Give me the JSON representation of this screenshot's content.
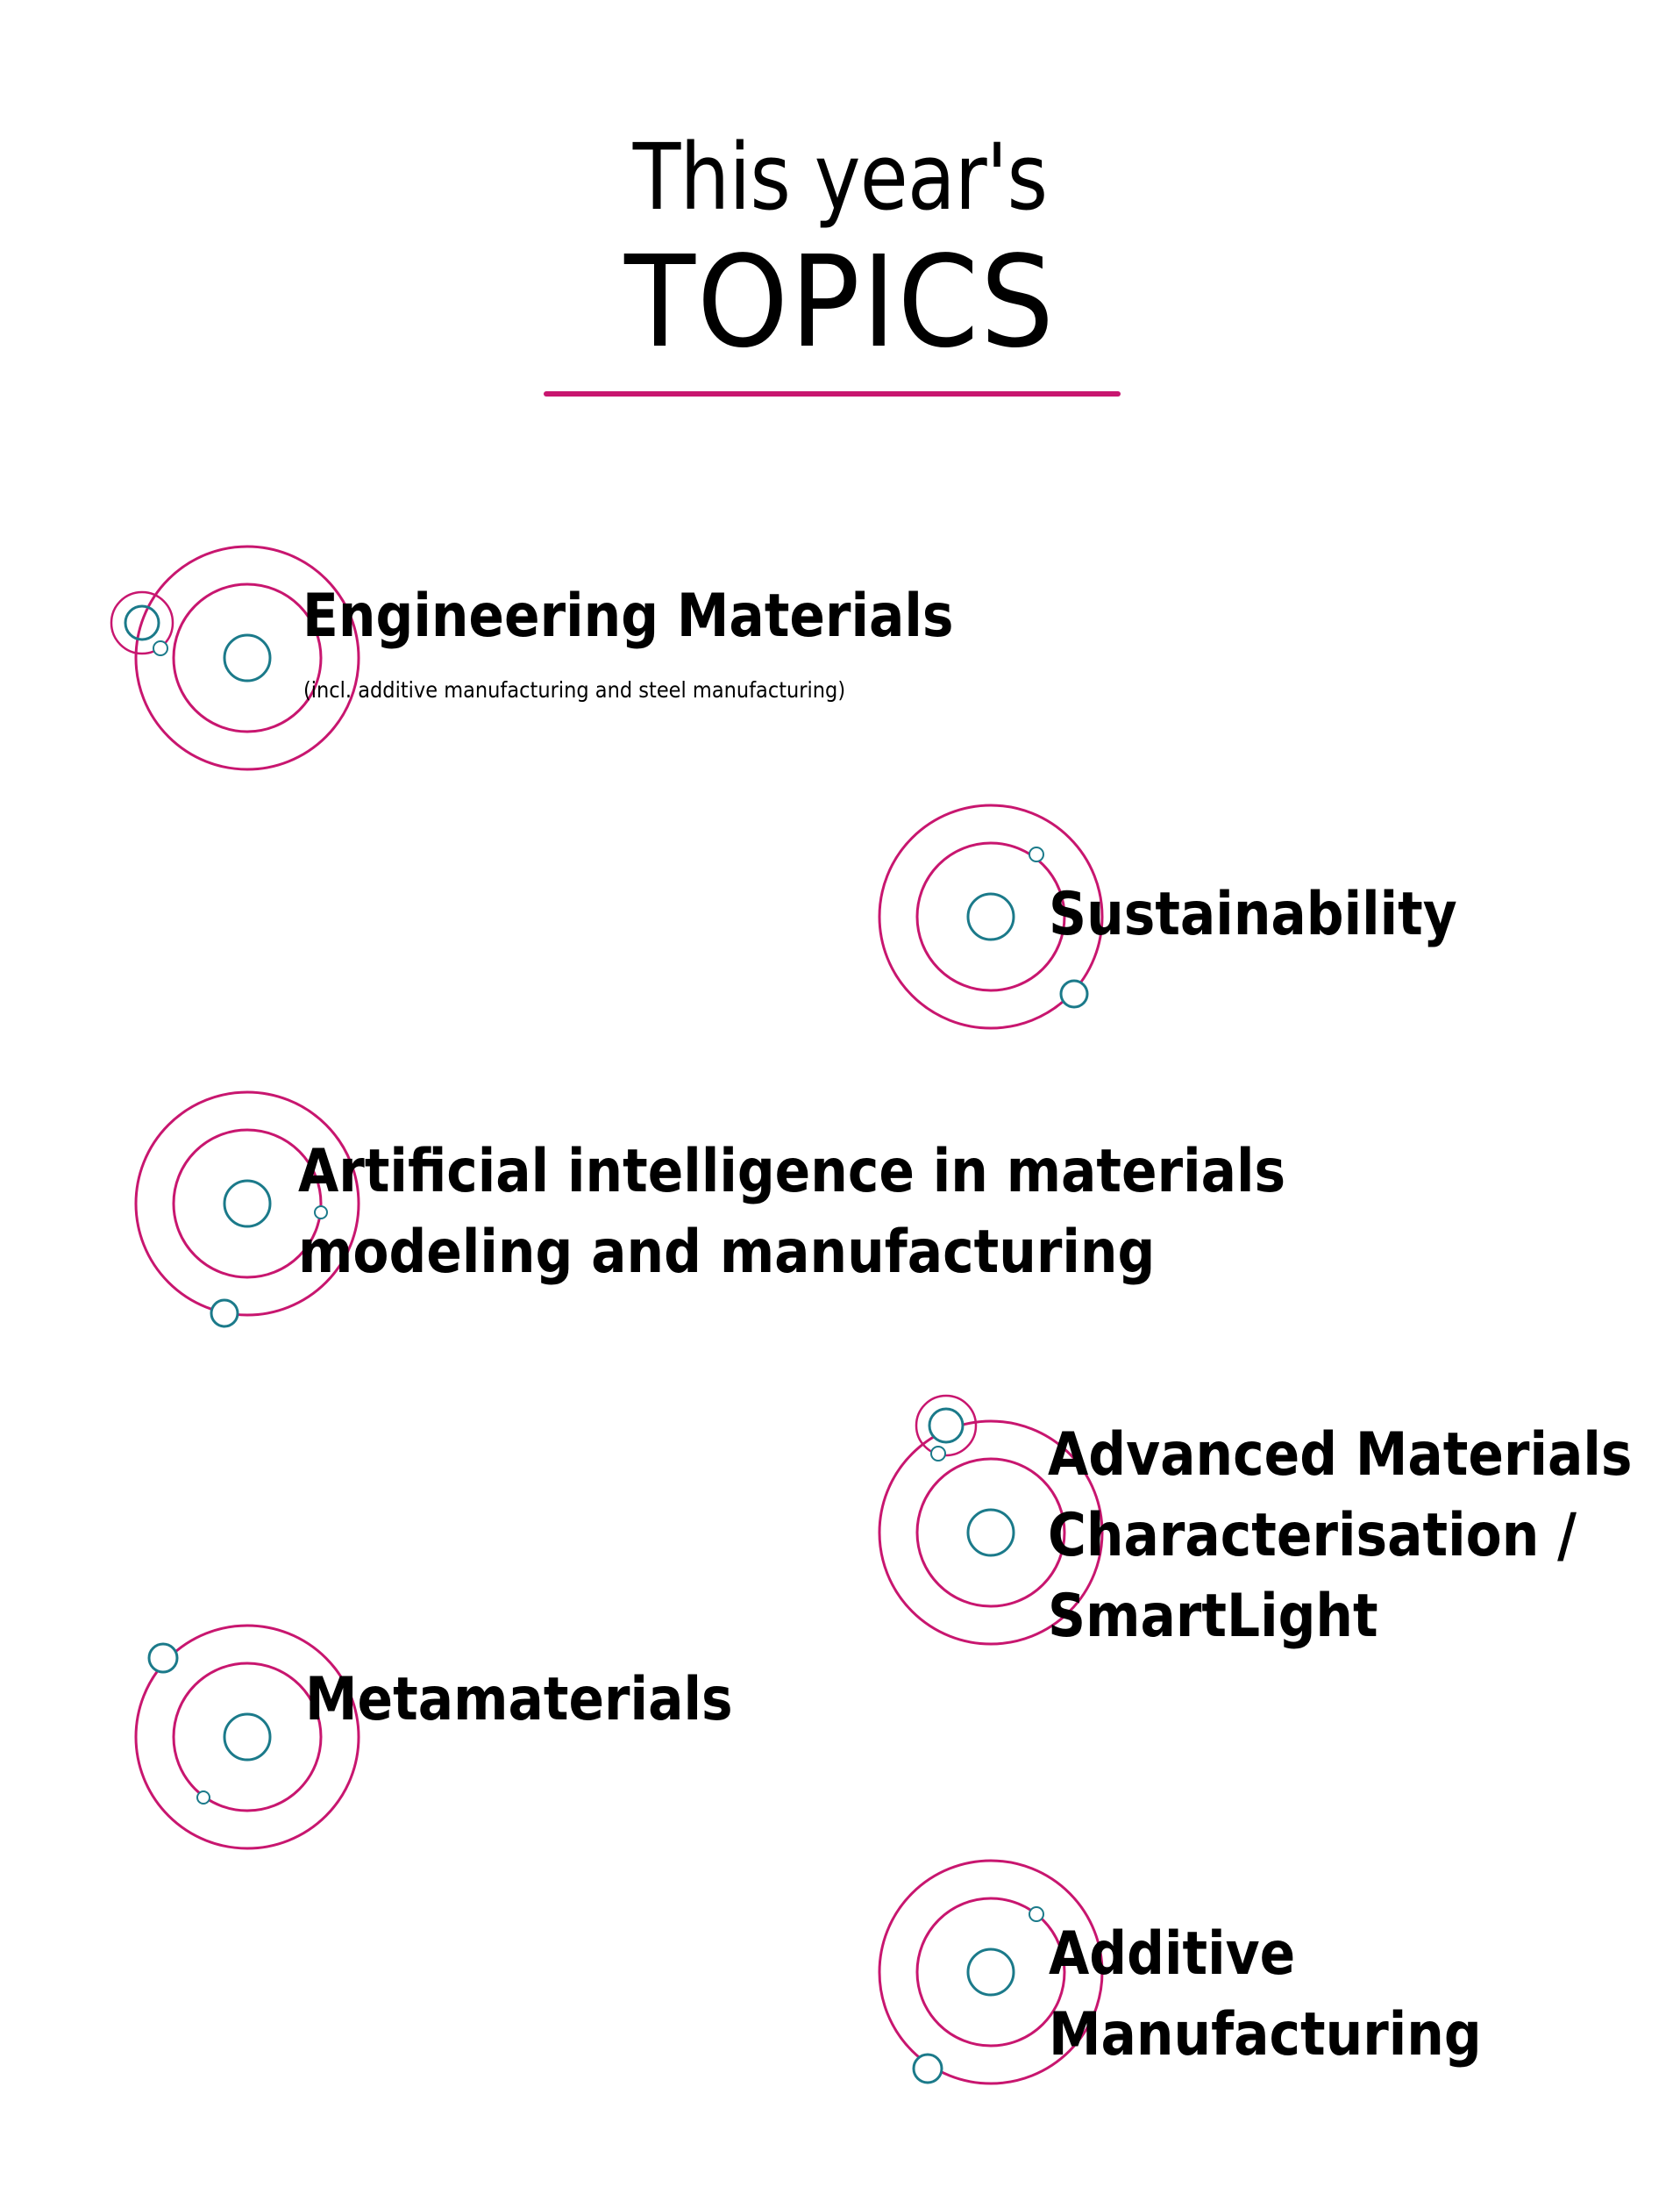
{
  "colors": {
    "magenta": "#c8166f",
    "teal": "#1b7a8a",
    "text": "#000000",
    "background": "#ffffff"
  },
  "header": {
    "line1": "This year's",
    "line2": "TOPICS"
  },
  "topics": [
    {
      "title_lines": [
        "Engineering Materials"
      ],
      "subtitle": "(incl. additive manufacturing and steel manufacturing)",
      "icon": "orbit-atom-icon"
    },
    {
      "title_lines": [
        "Sustainability"
      ],
      "subtitle": "",
      "icon": "orbit-atom-icon"
    },
    {
      "title_lines": [
        "Artificial intelligence in materials",
        "modeling and manufacturing"
      ],
      "subtitle": "",
      "icon": "orbit-atom-icon"
    },
    {
      "title_lines": [
        "Advanced Materials",
        "Characterisation /",
        "SmartLight"
      ],
      "subtitle": "",
      "icon": "orbit-atom-icon"
    },
    {
      "title_lines": [
        "Metamaterials"
      ],
      "subtitle": "",
      "icon": "orbit-atom-icon"
    },
    {
      "title_lines": [
        "Additive",
        "Manufacturing"
      ],
      "subtitle": "",
      "icon": "orbit-atom-icon"
    }
  ]
}
